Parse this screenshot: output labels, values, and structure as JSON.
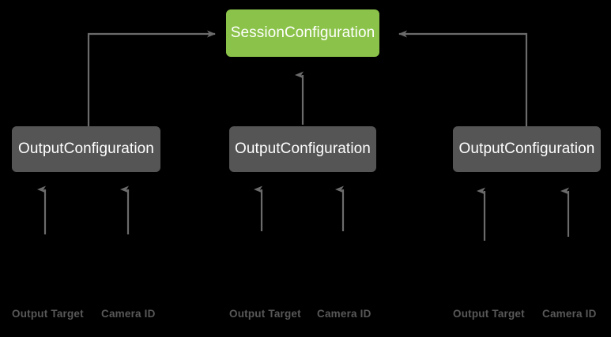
{
  "diagram": {
    "title_node": {
      "label": "SessionConfiguration",
      "color": "#8BC34A"
    },
    "background_color": "#000000",
    "node_color": "#555555",
    "edge_color": "#6b6b6b",
    "leaf_label_color": "#585858",
    "groups": [
      {
        "id": "group-left",
        "node_label": "OutputConfiguration",
        "leaves": [
          {
            "label": "Output Target"
          },
          {
            "label": "Camera ID"
          }
        ]
      },
      {
        "id": "group-middle",
        "node_label": "OutputConfiguration",
        "leaves": [
          {
            "label": "Output Target"
          },
          {
            "label": "Camera ID"
          }
        ]
      },
      {
        "id": "group-right",
        "node_label": "OutputConfiguration",
        "leaves": [
          {
            "label": "Output Target"
          },
          {
            "label": "Camera ID"
          }
        ]
      }
    ]
  }
}
